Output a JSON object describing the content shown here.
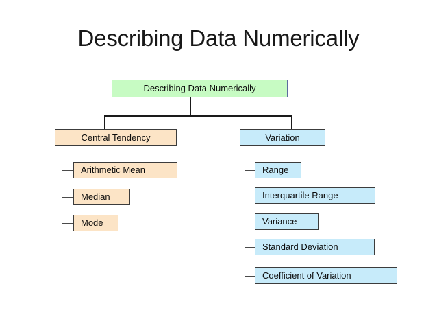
{
  "slide": {
    "title": "Describing Data Numerically",
    "root": {
      "label": "Describing Data Numerically",
      "color": "#c7fbc3"
    },
    "branches": [
      {
        "label": "Central Tendency",
        "color": "#fce4c6",
        "children": [
          {
            "label": "Arithmetic Mean"
          },
          {
            "label": "Median"
          },
          {
            "label": "Mode"
          }
        ]
      },
      {
        "label": "Variation",
        "color": "#c7ebfa",
        "children": [
          {
            "label": "Range"
          },
          {
            "label": "Interquartile Range"
          },
          {
            "label": "Variance"
          },
          {
            "label": "Standard Deviation"
          },
          {
            "label": "Coefficient of Variation"
          }
        ]
      }
    ]
  }
}
